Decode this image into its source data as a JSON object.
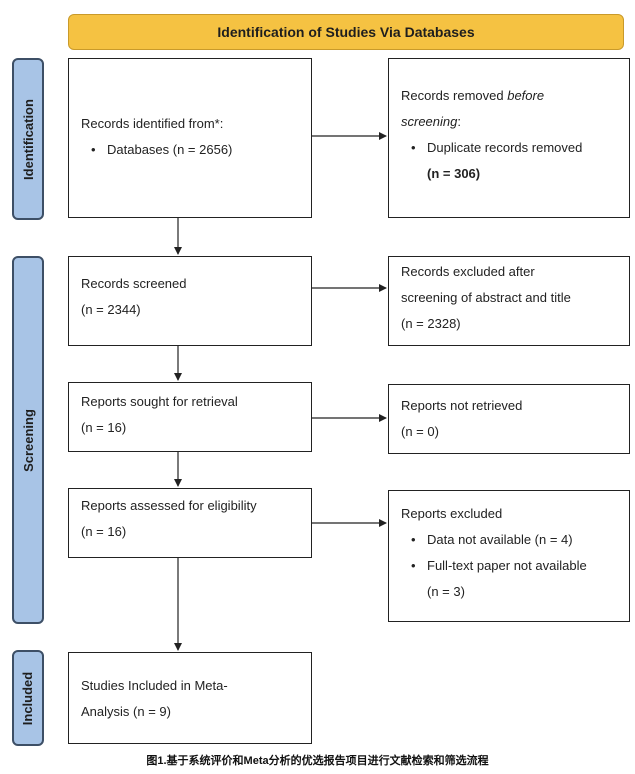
{
  "header": {
    "title": "Identification of Studies Via Databases"
  },
  "phases": {
    "identification": "Identification",
    "screening": "Screening",
    "included": "Included"
  },
  "boxes": {
    "identified": {
      "line1": "Records identified from*:",
      "bullet1": "Databases (n = 2656)"
    },
    "removed": {
      "line1a": "Records removed ",
      "line1b": "before",
      "line2a": "screening",
      "line2b": ":",
      "bullet1": "Duplicate records removed",
      "bullet1b": "(n = 306)"
    },
    "screened": {
      "line1": "Records screened",
      "line2": "(n = 2344)"
    },
    "excluded_abstract": {
      "line1": "Records excluded after",
      "line2": "screening of abstract and title",
      "line3": "(n = 2328)"
    },
    "sought": {
      "line1": "Reports sought for retrieval",
      "line2": "(n = 16)"
    },
    "not_retrieved": {
      "line1": "Reports not retrieved",
      "line2": "(n = 0)"
    },
    "assessed": {
      "line1": "Reports assessed for eligibility",
      "line2": "(n = 16)"
    },
    "reports_excluded": {
      "line1": "Reports excluded",
      "bullet1": "Data not available (n = 4)",
      "bullet2": "Full-text paper not available",
      "bullet2b": "(n = 3)"
    },
    "included": {
      "line1": "Studies Included in Meta-",
      "line2": "Analysis (n = 9)"
    }
  },
  "caption": "图1.基于系统评价和Meta分析的优选报告项目进行文献检索和筛选流程",
  "colors": {
    "header_fill": "#f5c242",
    "phase_fill": "#a8c4e6",
    "phase_border": "#3d4f66"
  }
}
